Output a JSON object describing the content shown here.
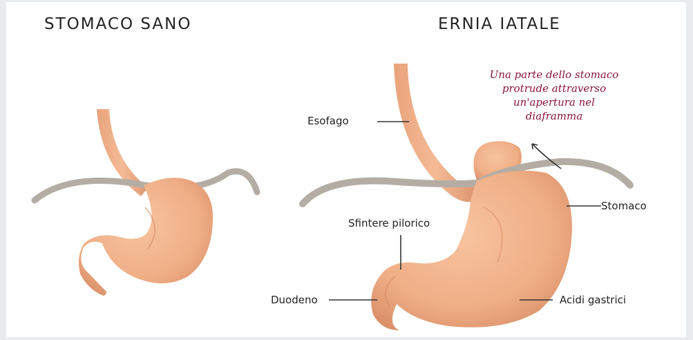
{
  "titles": {
    "left": "STOMACO SANO",
    "right": "ERNIA IATALE"
  },
  "labels": {
    "esophagus": "Esofago",
    "sphincter": "Sfintere pilorico",
    "stomach": "Stomaco",
    "duodenum": "Duodeno",
    "acids": "Acidi gastrici"
  },
  "note": {
    "lines": [
      "Una parte dello stomaco",
      "protrude attraverso",
      "un'apertura nel",
      "diaframma"
    ]
  },
  "colors": {
    "stomach": "#efae86",
    "stomach_shade": "#d98e67",
    "diaphragm": "#b4ada4",
    "note": "#8a1438"
  }
}
